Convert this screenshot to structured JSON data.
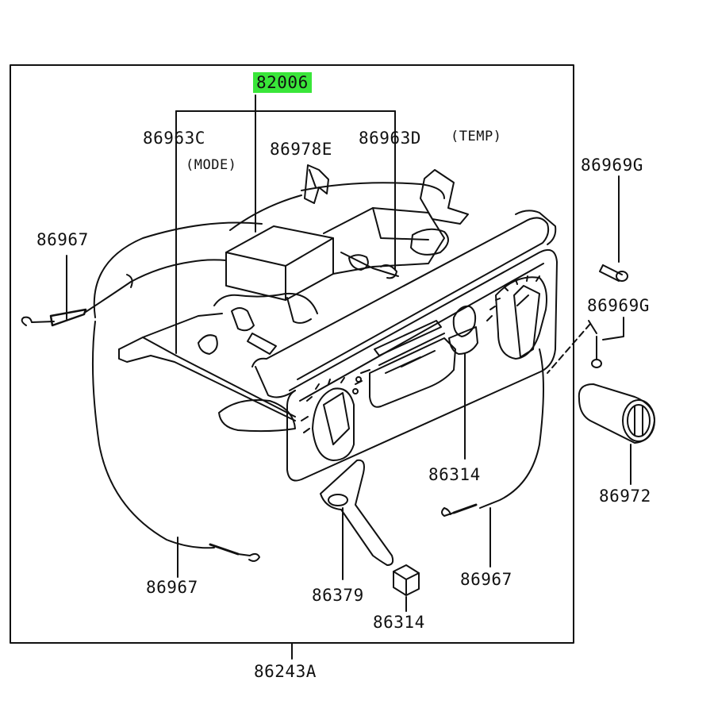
{
  "diagram": {
    "highlight_color": "#39e639",
    "line_color": "#111111",
    "labels": {
      "assembly": "82006",
      "cable_mode": "86963C",
      "mode_note": "(MODE)",
      "clip": "86978E",
      "cable_temp": "86963D",
      "temp_note": "(TEMP)",
      "screw_top": "86969G",
      "screw_mid": "86969G",
      "cable_left": "86967",
      "cable_bottom_left": "86967",
      "cable_bottom_right": "86967",
      "knob_center": "86314",
      "knob_bottom": "86314",
      "lighter": "86972",
      "lever": "86379",
      "panel": "86243A"
    }
  }
}
